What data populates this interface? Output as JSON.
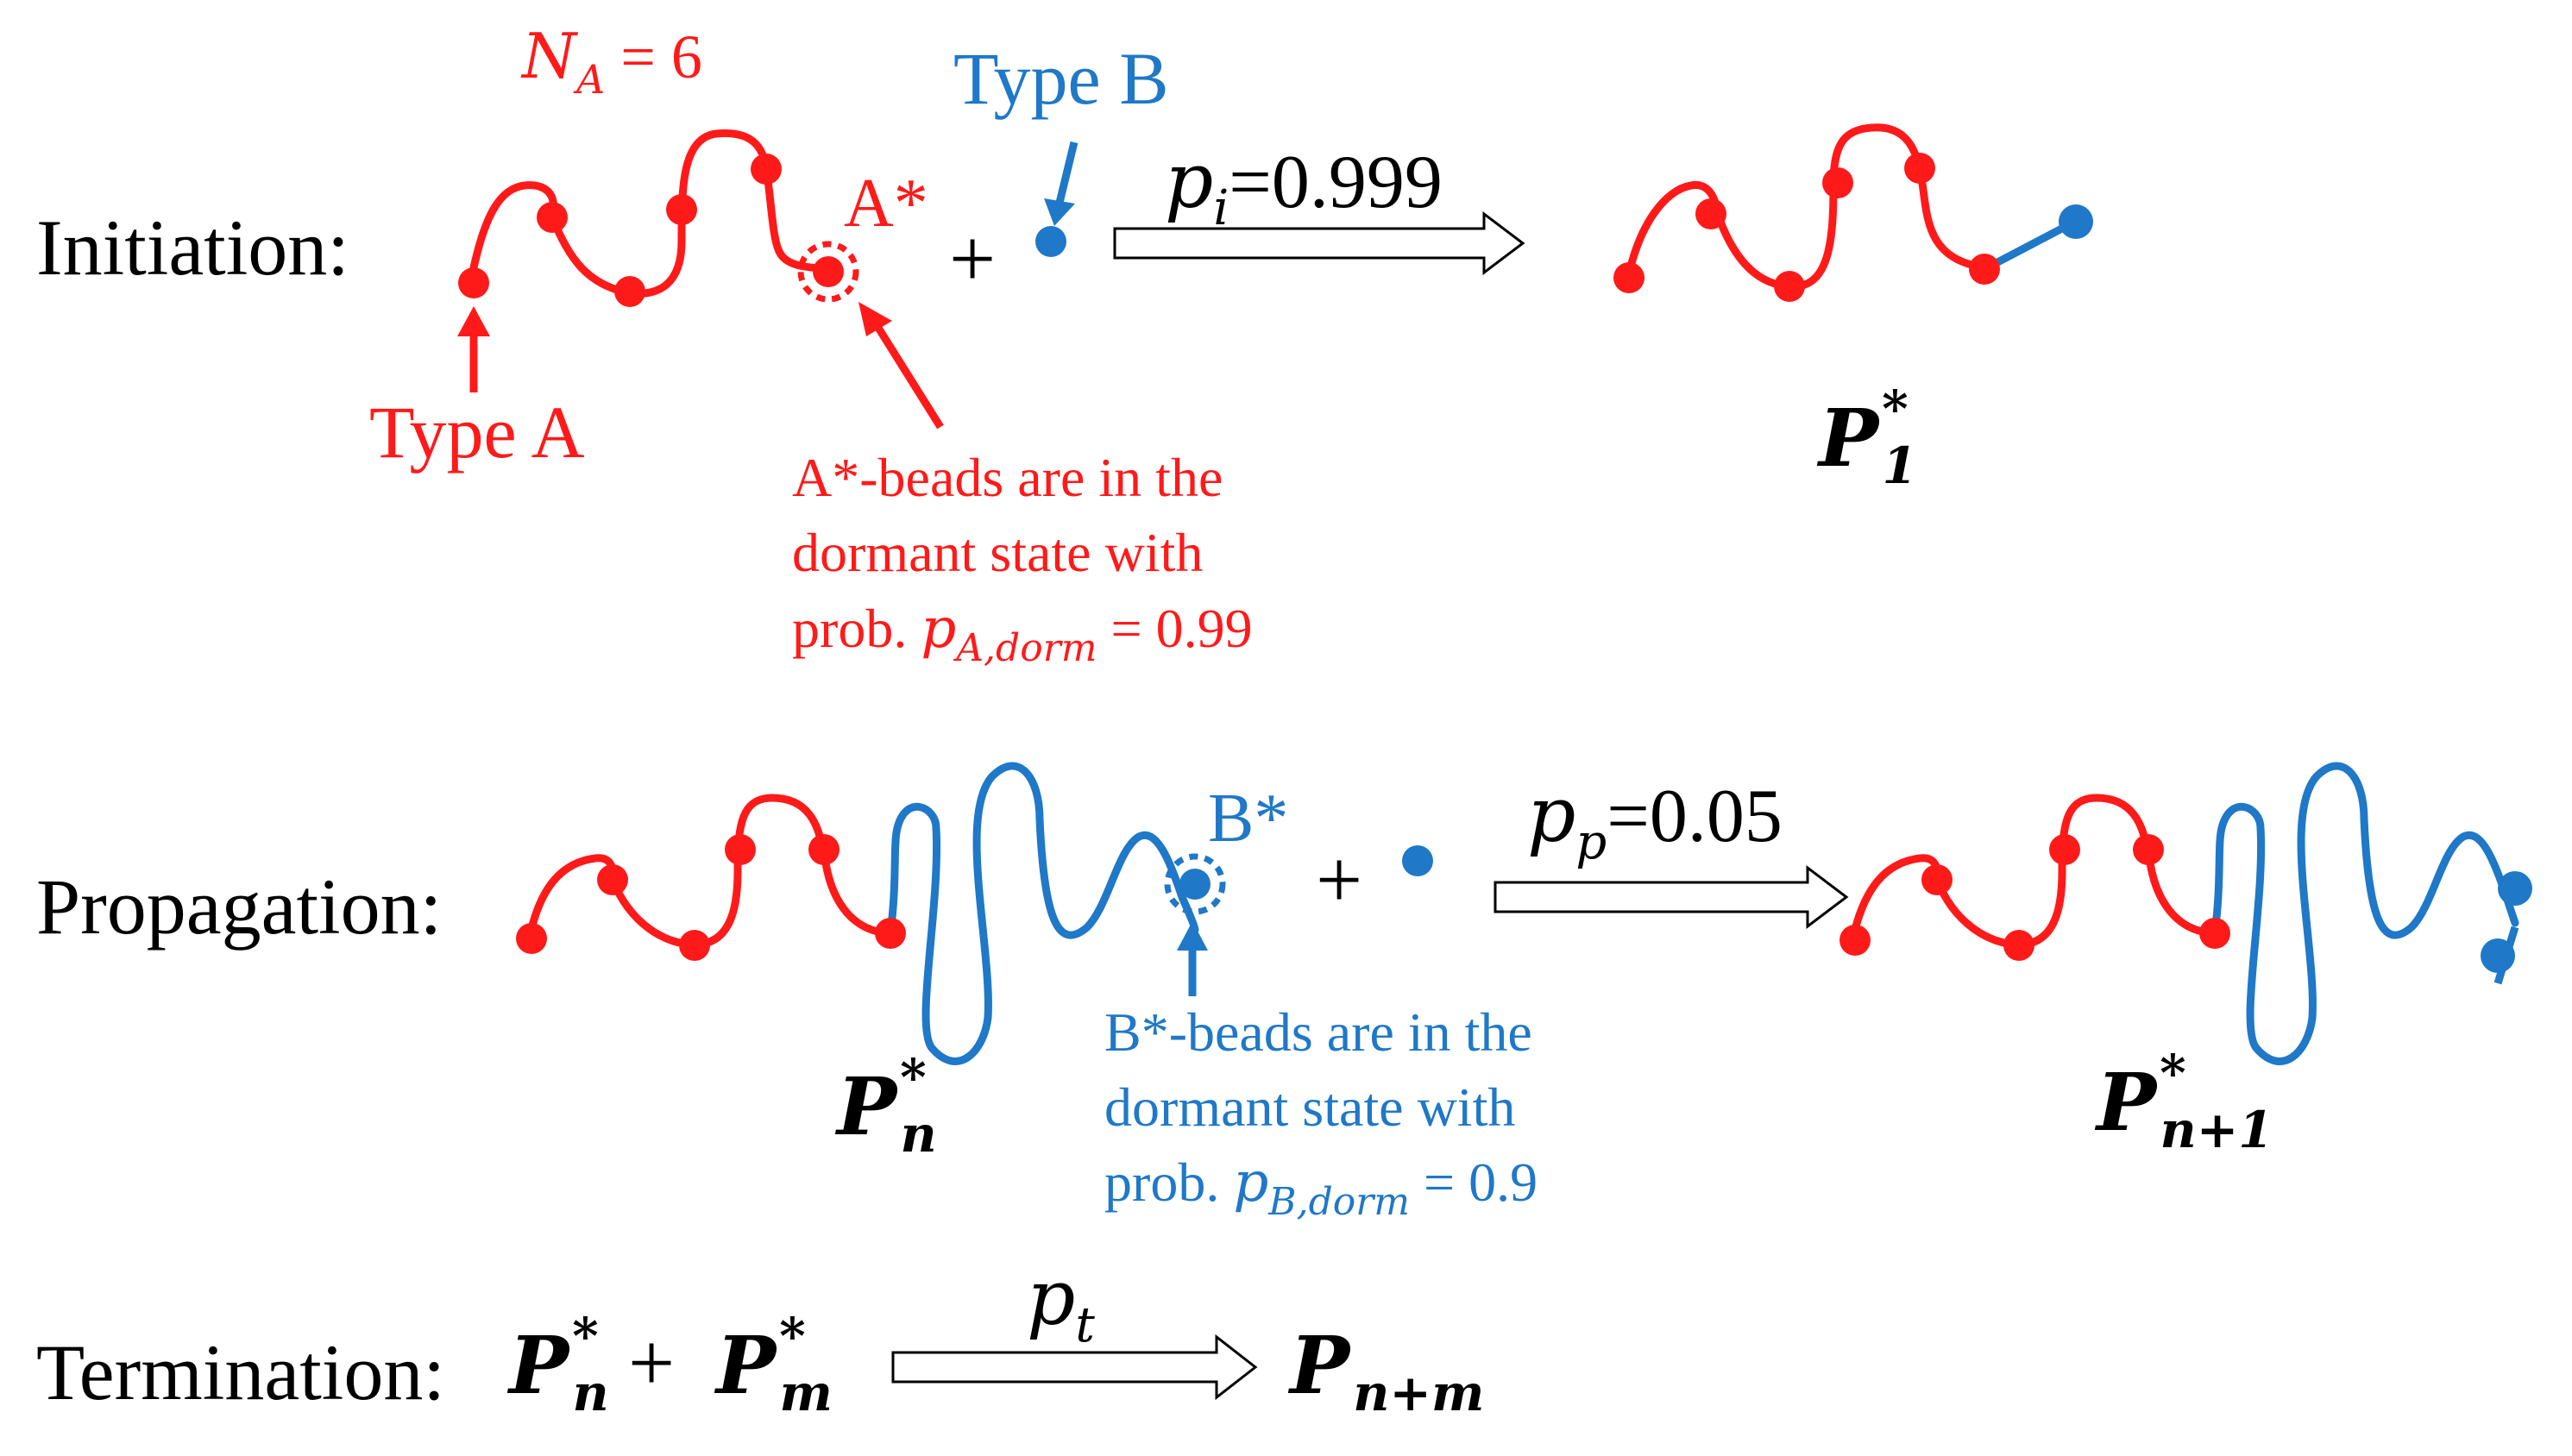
{
  "stages": {
    "initiation": "Initiation:",
    "propagation": "Propagation:",
    "termination": "Termination:"
  },
  "initiation": {
    "na_label": "N",
    "na_sub": "A",
    "na_value": " = 6",
    "type_a": "Type A",
    "type_b": "Type B",
    "a_star": "A*",
    "plus": "+",
    "rate_sym": "p",
    "rate_sub": "i",
    "rate_value": "=0.999",
    "product_sym": "P",
    "product_sup": "*",
    "product_sub": "1",
    "note_line1": "A*-beads are in the",
    "note_line2": "dormant state with",
    "note_line3_prefix": "prob. ",
    "note_p": "p",
    "note_sub": "A,dorm",
    "note_value": " = 0.99"
  },
  "propagation": {
    "b_star": "B*",
    "plus": "+",
    "rate_sym": "p",
    "rate_sub": "p",
    "rate_value": "=0.05",
    "reactant_sym": "P",
    "reactant_sup": "*",
    "reactant_sub": "n",
    "product_sym": "P",
    "product_sup": "*",
    "product_sub": "n+1",
    "note_line1": "B*-beads are in the",
    "note_line2": "dormant state with",
    "note_line3_prefix": "prob. ",
    "note_p": "p",
    "note_sub": "B,dorm",
    "note_value": " = 0.9"
  },
  "termination": {
    "r1_sym": "P",
    "r1_sup": "*",
    "r1_sub": "n",
    "plus": "+",
    "r2_sym": "P",
    "r2_sup": "*",
    "r2_sub": "m",
    "rate_sym": "p",
    "rate_sub": "t",
    "product_sym": "P",
    "product_sub": "n+m"
  },
  "colors": {
    "type_a": "#ff1a1a",
    "type_b": "#1f78c8",
    "text": "#000000"
  }
}
